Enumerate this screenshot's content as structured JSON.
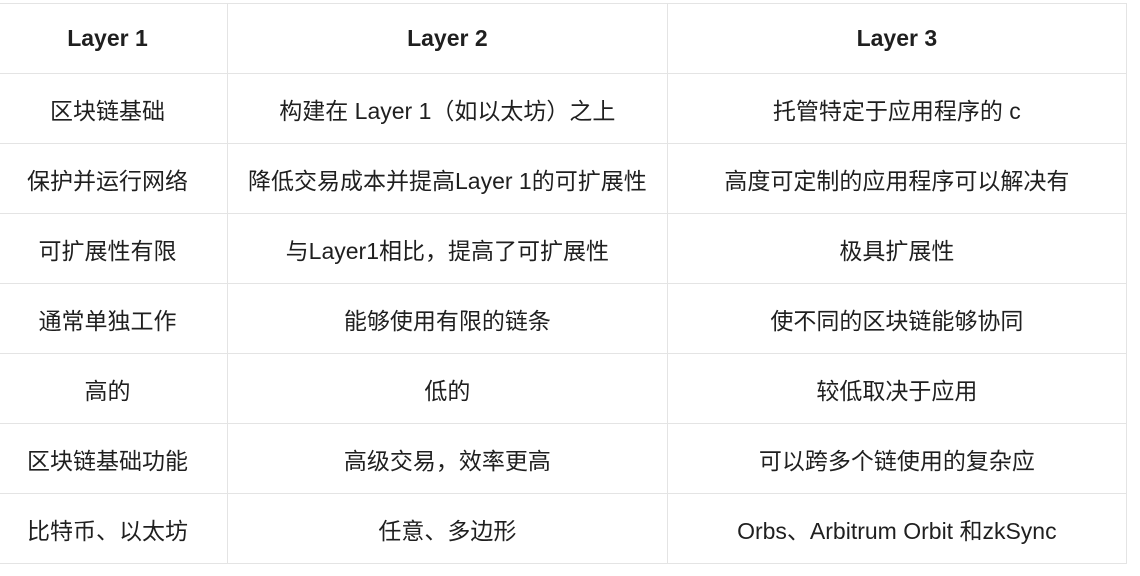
{
  "table": {
    "headers": [
      "Layer 1",
      "Layer 2",
      "Layer 3"
    ],
    "rows": [
      [
        "区块链基础",
        "构建在 Layer 1（如以太坊）之上",
        "托管特定于应用程序的 c"
      ],
      [
        "保护并运行网络",
        "降低交易成本并提高Layer 1的可扩展性",
        "高度可定制的应用程序可以解决有"
      ],
      [
        "可扩展性有限",
        "与Layer1相比，提高了可扩展性",
        "极具扩展性"
      ],
      [
        "通常单独工作",
        "能够使用有限的链条",
        "使不同的区块链能够协同"
      ],
      [
        "高的",
        "低的",
        "较低取决于应用"
      ],
      [
        "区块链基础功能",
        "高级交易，效率更高",
        "可以跨多个链使用的复杂应"
      ],
      [
        "比特币、以太坊",
        "任意、多边形",
        "Orbs、Arbitrum Orbit 和zkSync"
      ]
    ]
  }
}
